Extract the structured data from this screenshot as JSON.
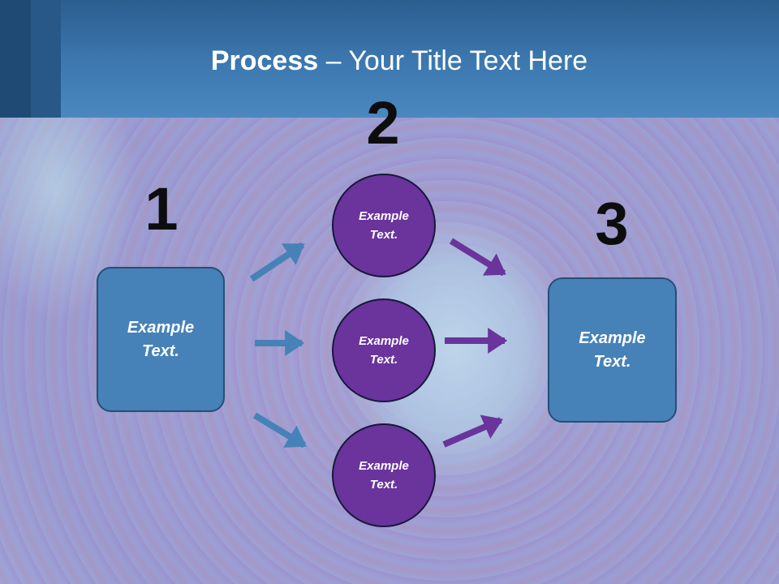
{
  "title": {
    "bold": "Process",
    "rest": " – Your Title Text Here"
  },
  "steps": [
    {
      "number": "1",
      "text": "Example Text."
    },
    {
      "number": "2",
      "items": [
        {
          "text": "Example Text."
        },
        {
          "text": "Example Text."
        },
        {
          "text": "Example Text."
        }
      ]
    },
    {
      "number": "3",
      "text": "Example Text."
    }
  ],
  "colors": {
    "header": "#3d79b0",
    "box_fill": "#4682b8",
    "circle_fill": "#6a349c",
    "blue_arrow": "#4682b8",
    "purple_arrow": "#6a349c"
  }
}
